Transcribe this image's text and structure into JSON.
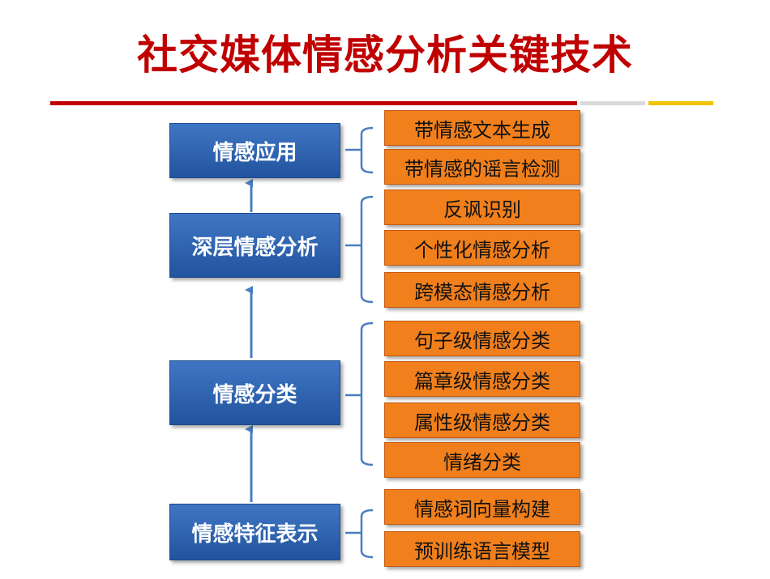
{
  "title": "社交媒体情感分析关键技术",
  "colors": {
    "title": "#c00000",
    "level_box": "#2d62b0",
    "item_box": "#f07f1c",
    "connector": "#4a7ebf"
  },
  "levels": [
    {
      "label": "情感应用",
      "items": [
        "带情感文本生成",
        "带情感的谣言检测"
      ]
    },
    {
      "label": "深层情感分析",
      "items": [
        "反讽识别",
        "个性化情感分析",
        "跨模态情感分析"
      ]
    },
    {
      "label": "情感分类",
      "items": [
        "句子级情感分类",
        "篇章级情感分类",
        "属性级情感分类",
        "情绪分类"
      ]
    },
    {
      "label": "情感特征表示",
      "items": [
        "情感词向量构建",
        "预训练语言模型"
      ]
    }
  ]
}
